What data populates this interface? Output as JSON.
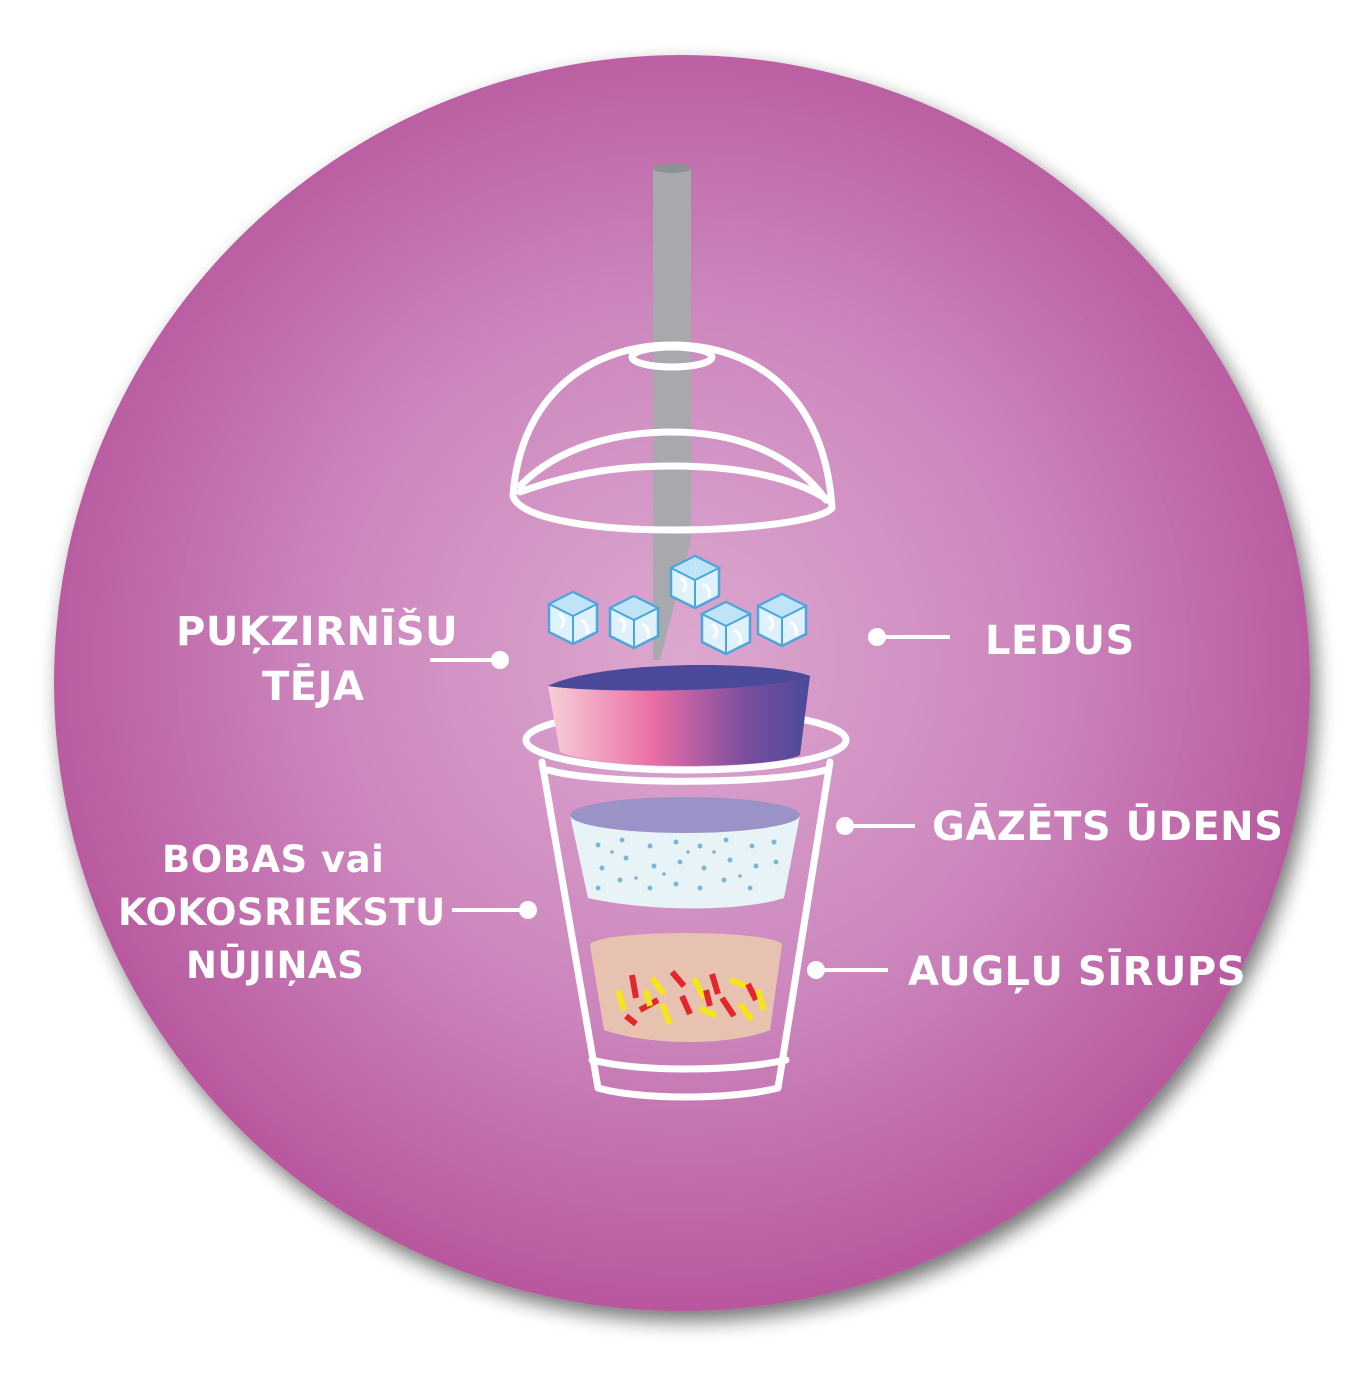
{
  "labels": {
    "tea_line1": "PUĶZIRNĪŠU",
    "tea_line2": "TĒJA",
    "ice": "LEDUS",
    "water": "GĀZĒTS ŪDENS",
    "boba_line1": "BOBAS vai",
    "boba_line2": "KOKOSRIEKSTU",
    "boba_line3": "NŪJIŅAS",
    "syrup": "AUGĻU SĪRUPS"
  },
  "colors": {
    "background_outer": "#b8579e",
    "background_inner": "#dca8cf",
    "outline": "#ffffff",
    "straw": "#a7a9ac",
    "tea_dark": "#4b4a9a",
    "tea_pink": "#ea6ea6",
    "tea_light": "#f7cfd8",
    "water_top": "#9b93c8",
    "water_body": "#e8f3f8",
    "bubbles": "#7ab8d6",
    "syrup": "#e8c2b0",
    "boba_red": "#e3262b",
    "boba_yellow": "#f6e51b",
    "ice": "#dff1fb"
  },
  "icons": [
    "straw-icon",
    "dome-lid-icon",
    "ice-cube-icon",
    "cup-icon"
  ]
}
